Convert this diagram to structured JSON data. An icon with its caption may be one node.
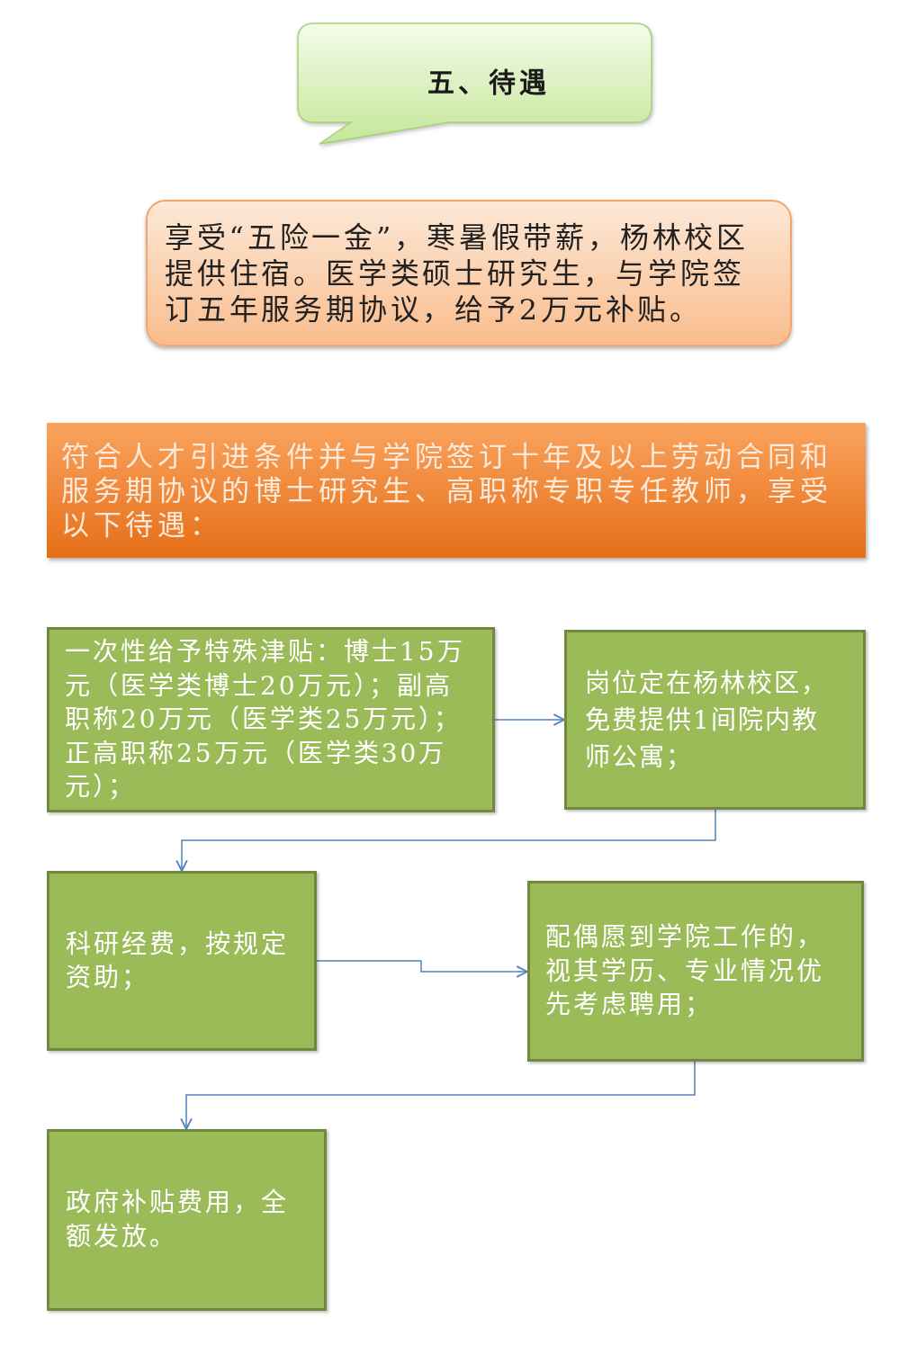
{
  "diagram": {
    "nodes": [
      {
        "text": [
          "五、待遇"
        ]
      },
      {
        "text": [
          "享受“五险一金”，寒暑假带薪，杨林校区提供住宿。医学类硕士研究生，与学院签订五年服务期协议，给予2万元补贴。"
        ]
      },
      {
        "text": [
          "符合人才引进条件并与学院签订十年及以上劳动合同和服务期协议的博士研究生、高职称专职专任教师，享受以下待遇："
        ]
      },
      {
        "text": [
          "一次性给予特殊津贴：博士15万元（医学类博士20万元）；副高职称20万元（医学类25万元）；正高职称25万元（医学类30万元）；"
        ]
      },
      {
        "text": [
          "岗位定在杨林校区，免费提供1间院内教师公寓；"
        ]
      },
      {
        "text": [
          "科研经费，按规定资助；"
        ]
      },
      {
        "text": [
          "配偶愿到学院工作的，视其学历、专业情况优先考虑聘用；"
        ]
      },
      {
        "text": [
          "政府补贴费用，全额发放。"
        ]
      }
    ],
    "edges": [
      {
        "from": 3,
        "to": 4,
        "arrow": "to"
      },
      {
        "from": 4,
        "to": 5,
        "arrow": "to"
      },
      {
        "from": 5,
        "to": 6,
        "arrow": "to"
      },
      {
        "from": 6,
        "to": 7,
        "arrow": "to"
      }
    ]
  }
}
